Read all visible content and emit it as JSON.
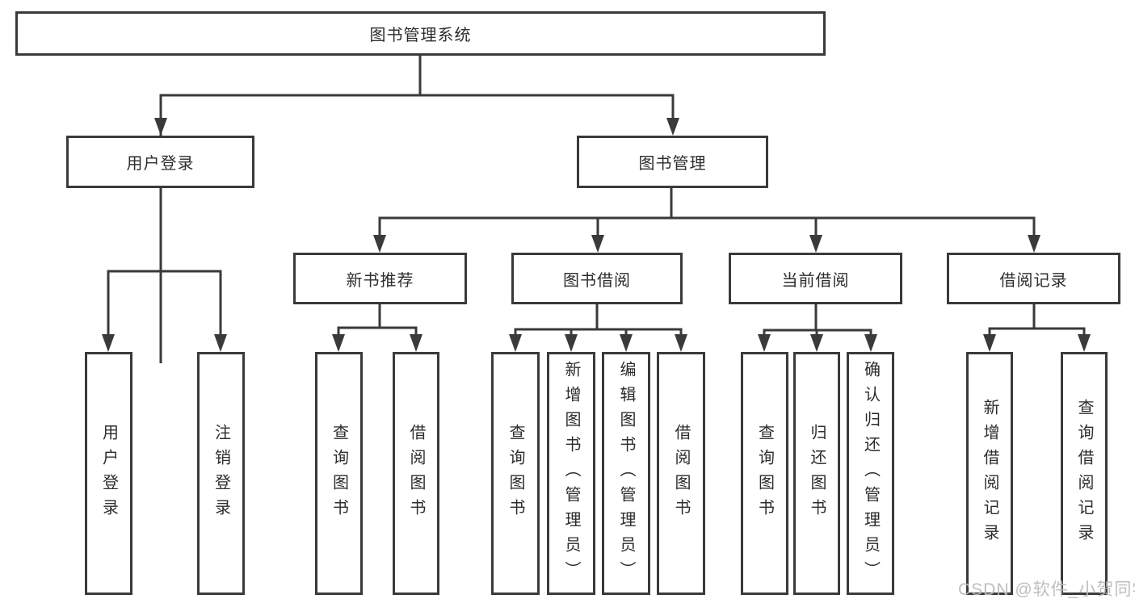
{
  "diagram_title": "图书管理系统",
  "nodes": {
    "root": "图书管理系统",
    "user_login": "用户登录",
    "book_management": "图书管理",
    "new_book_recommend": "新书推荐",
    "book_borrowing": "图书借阅",
    "current_borrowing": "当前借阅",
    "borrowing_records": "借阅记录",
    "leaf_user_login": "用户登录",
    "leaf_logout": "注销登录",
    "leaf_query_book_recommend": "查询图书",
    "leaf_borrow_book_recommend": "借阅图书",
    "leaf_query_book_borrowing": "查询图书",
    "leaf_add_book_admin": "新增图书（管理员）",
    "leaf_edit_book_admin": "编辑图书（管理员）",
    "leaf_borrow_book_borrowing": "借阅图书",
    "leaf_query_book_current": "查询图书",
    "leaf_return_book": "归还图书",
    "leaf_confirm_return_admin": "确认归还（管理员）",
    "leaf_add_borrow_record": "新增借阅记录",
    "leaf_query_borrow_record": "查询借阅记录"
  },
  "hierarchy": {
    "图书管理系统": {
      "用户登录": [
        "用户登录",
        "注销登录"
      ],
      "图书管理": {
        "新书推荐": [
          "查询图书",
          "借阅图书"
        ],
        "图书借阅": [
          "查询图书",
          "新增图书（管理员）",
          "编辑图书（管理员）",
          "借阅图书"
        ],
        "当前借阅": [
          "查询图书",
          "归还图书",
          "确认归还（管理员）"
        ],
        "借阅记录": [
          "新增借阅记录",
          "查询借阅记录"
        ]
      }
    }
  },
  "watermark": "CSDN @软件_小贺同学",
  "colors": {
    "line": "#3a3a3a",
    "text": "#2d2d2d",
    "watermark": "#bbbbbb",
    "background": "#ffffff"
  }
}
